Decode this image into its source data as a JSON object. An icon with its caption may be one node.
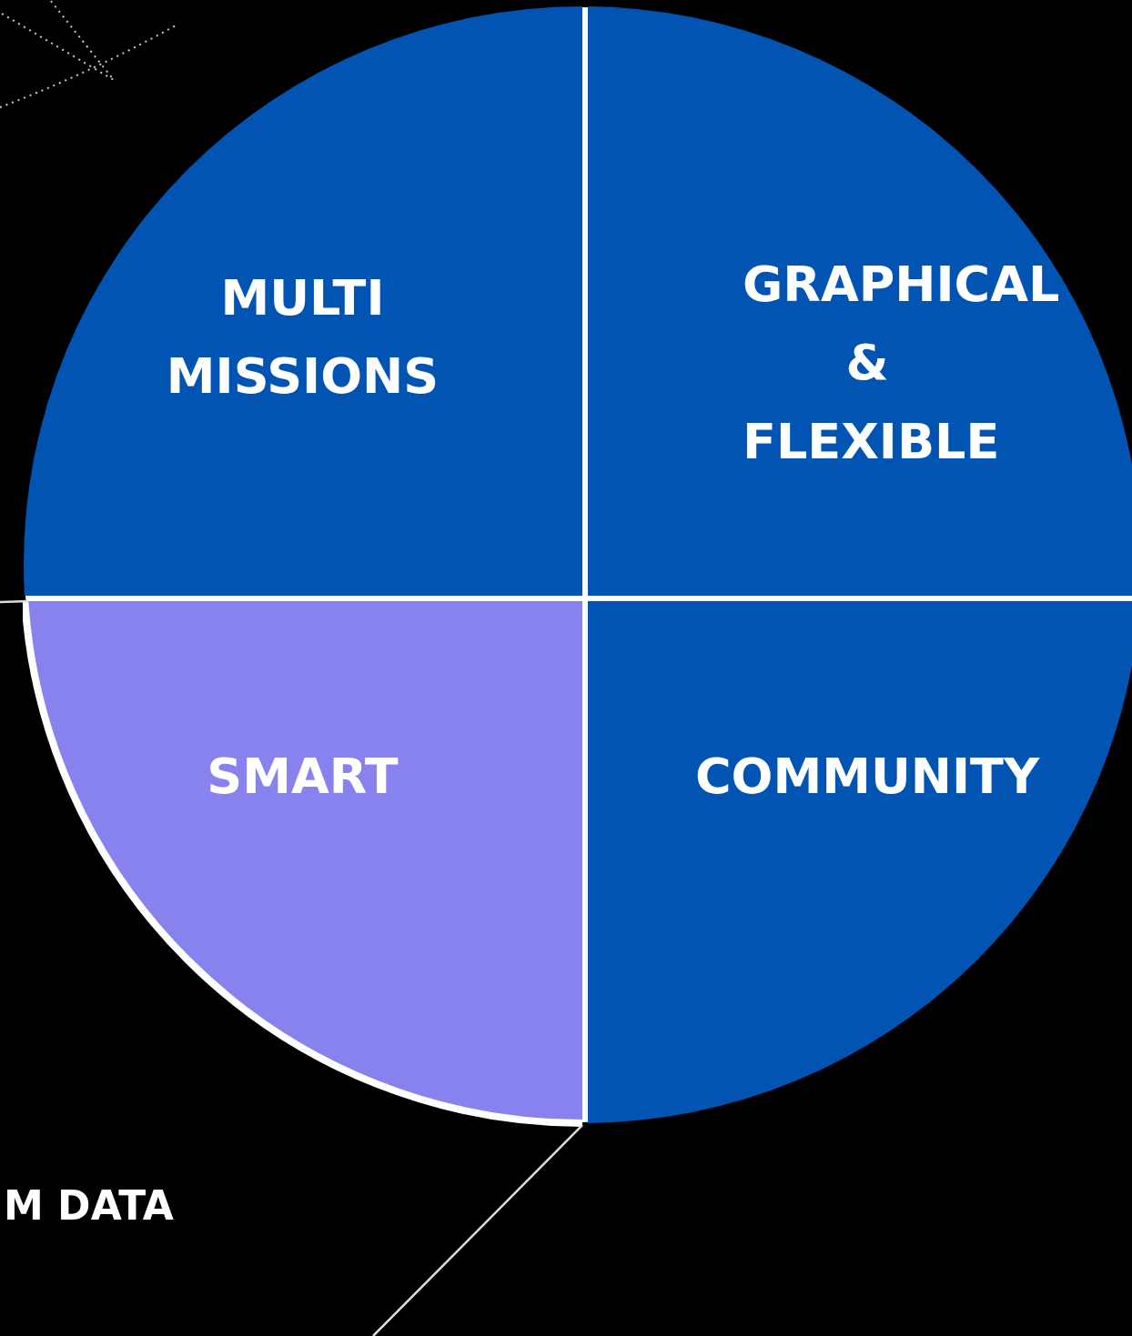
{
  "diagram": {
    "nodes": [
      {
        "text": [
          "MULTI MISSIONS"
        ]
      },
      {
        "text": [
          "GRAPHICAL & FLEXIBLE"
        ]
      },
      {
        "text": [
          "SMART"
        ]
      },
      {
        "text": [
          "COMMUNITY"
        ]
      }
    ],
    "edges": [
      {
        "from": null,
        "to": 2,
        "arrow": "none"
      },
      {
        "from": null,
        "to": 2,
        "arrow": "none"
      }
    ],
    "labels": [
      "M DATA"
    ]
  }
}
